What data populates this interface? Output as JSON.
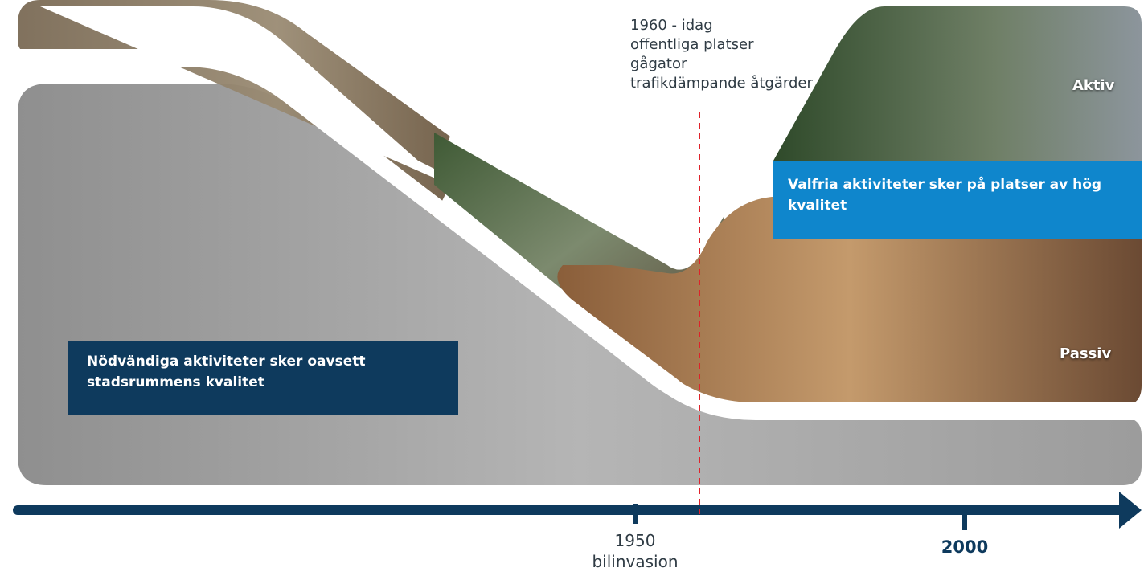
{
  "colors": {
    "axis": "#0e3a5d",
    "dark_box": "#0e3a5d",
    "blue_box": "#0f86cc",
    "marker": "#e0222a",
    "band_sepia": "#8a7a66",
    "band_street": "#5f6b57",
    "band_cafe": "#b48a5c",
    "band_engraving": "#a9a9a9"
  },
  "note": {
    "line1": "1960 - idag",
    "line2": "offentliga platser",
    "line3": "gågator",
    "line4": "trafikdämpande åtgärder"
  },
  "boxes": {
    "necessary": "Nödvändiga aktiviteter sker oavsett stadsrummens kvalitet",
    "optional": "Valfria aktiviteter sker på platser av hög kvalitet"
  },
  "tags": {
    "active": "Aktiv",
    "passive": "Passiv"
  },
  "timeline": {
    "year1950": "1950",
    "label1950": "bilinvasion",
    "year2000": "2000"
  }
}
